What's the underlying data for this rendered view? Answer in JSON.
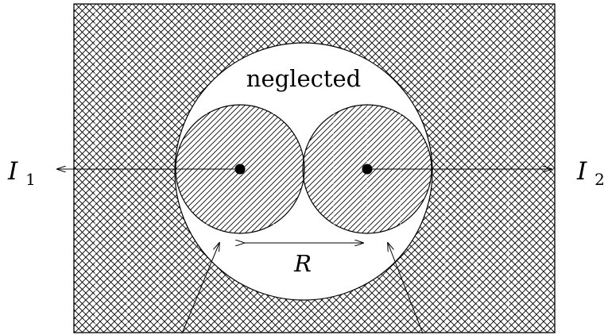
{
  "labels": {
    "outer_region": "neglected",
    "separation": "R",
    "current_left_symbol": "I",
    "current_left_subscript": "1",
    "current_right_symbol": "I",
    "current_right_subscript": "2"
  },
  "colors": {
    "stroke": "#000000",
    "background": "#ffffff"
  }
}
